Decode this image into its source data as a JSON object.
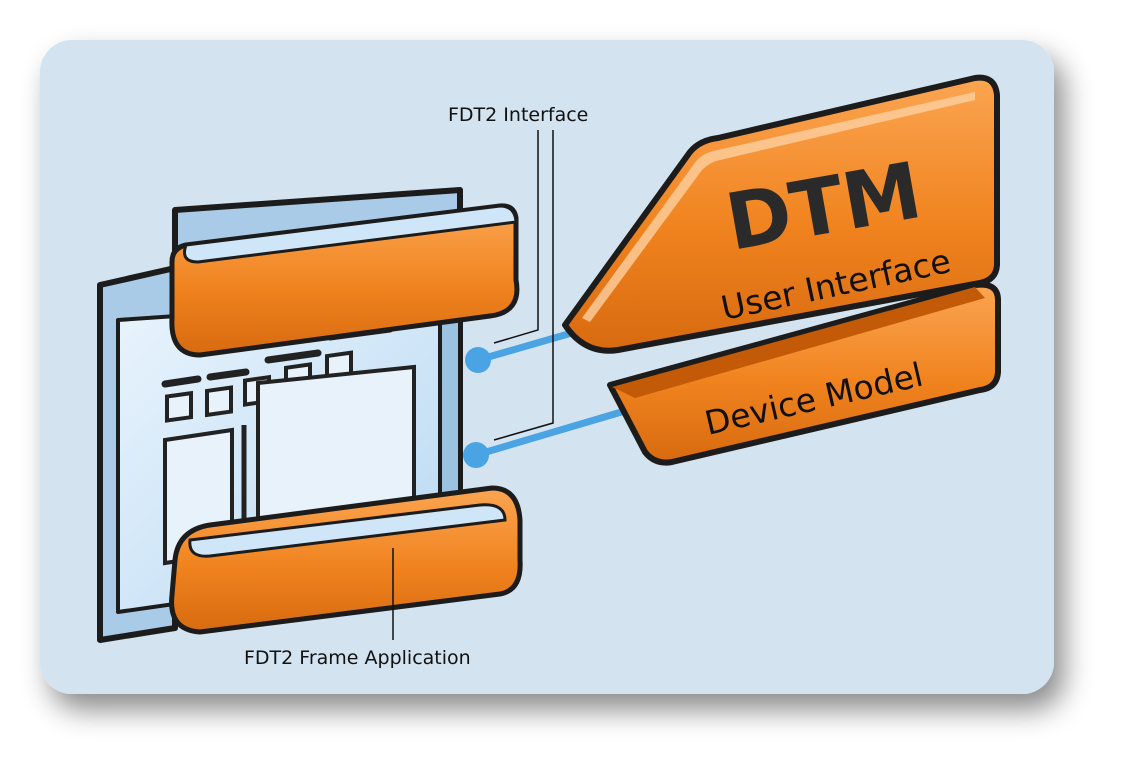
{
  "labels": {
    "interface": "FDT2 Interface",
    "frame_application": "FDT2  Frame Application",
    "dtm": "DTM",
    "user_interface": "User Interface",
    "device_model": "Device Model"
  },
  "colors": {
    "background": "#d4e3f0",
    "frame_fill": "#cfe6f8",
    "screen_fill": "#e8f2fb",
    "orange": "#f0831e",
    "orange_light": "#fba552",
    "outline": "#1c1c1c",
    "connector": "#4aa3e3"
  }
}
